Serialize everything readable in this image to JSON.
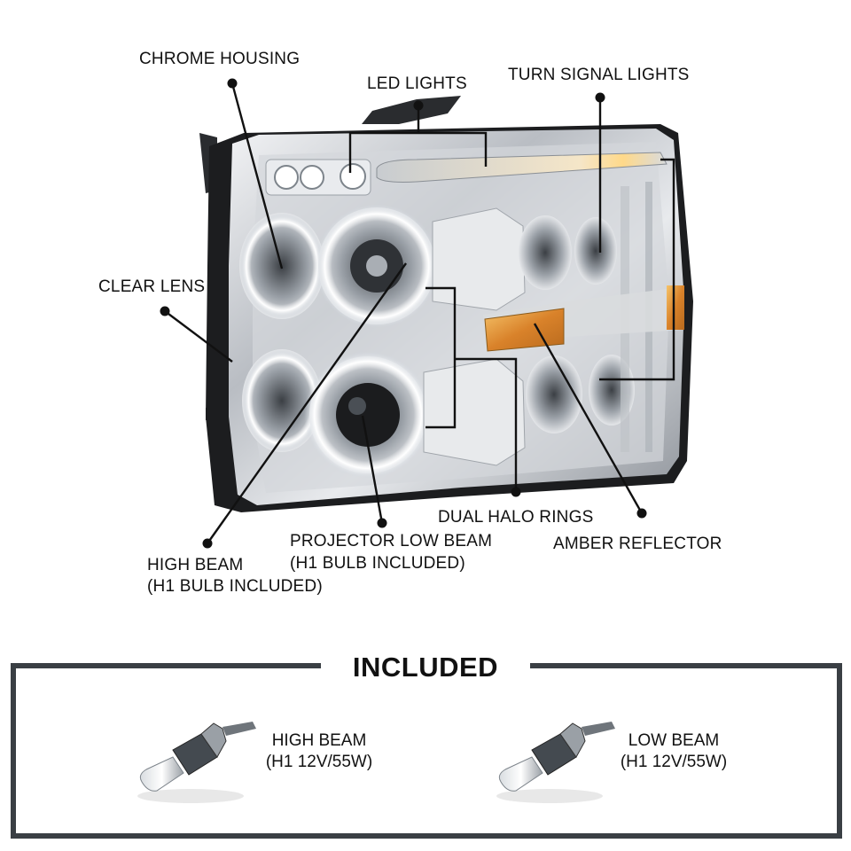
{
  "callouts": {
    "chrome_housing": "CHROME HOUSING",
    "led_lights": "LED LIGHTS",
    "turn_signal_lights": "TURN SIGNAL LIGHTS",
    "clear_lens": "CLEAR LENS",
    "dual_halo_rings": "DUAL HALO RINGS",
    "projector_low_beam": "PROJECTOR LOW BEAM",
    "projector_low_beam_bulb": "(H1 BULB INCLUDED)",
    "amber_reflector": "AMBER REFLECTOR",
    "high_beam": "HIGH BEAM",
    "high_beam_bulb": "(H1 BULB INCLUDED)"
  },
  "included": {
    "title": "INCLUDED",
    "items": [
      {
        "label": "HIGH BEAM",
        "spec": "(H1 12V/55W)"
      },
      {
        "label": "LOW BEAM",
        "spec": "(H1 12V/55W)"
      }
    ]
  },
  "colors": {
    "frame": "#3a3f44",
    "amber": "#e0962a",
    "chrome": "#c9ccd1",
    "black_trim": "#1c1d1f"
  }
}
